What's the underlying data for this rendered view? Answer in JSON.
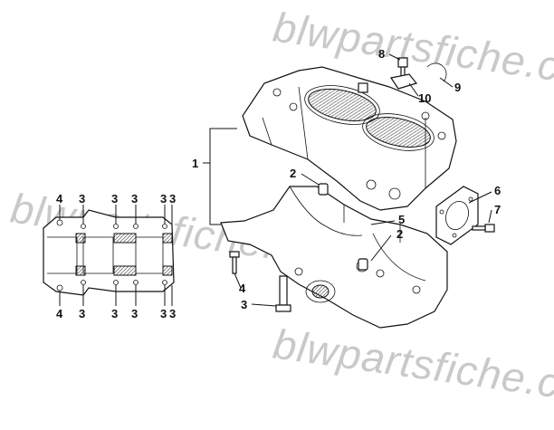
{
  "watermark": "blwpartsfiche.com",
  "callouts": {
    "c1": "1",
    "c2a": "2",
    "c2b": "2",
    "c3": "3",
    "c4": "4",
    "c5": "5",
    "c6": "6",
    "c7": "7",
    "c8": "8",
    "c9": "9",
    "c10": "10"
  },
  "inset": {
    "top_labels": [
      "4",
      "3",
      "3",
      "3",
      "3",
      "3"
    ],
    "bottom_labels": [
      "4",
      "3",
      "3",
      "3",
      "3",
      "3"
    ]
  }
}
